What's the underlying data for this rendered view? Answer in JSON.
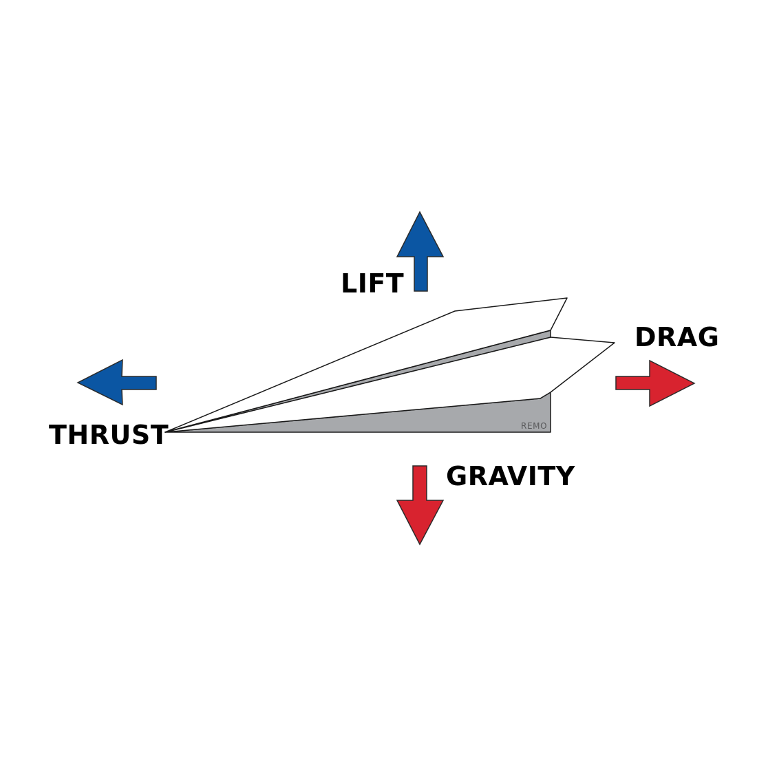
{
  "colors": {
    "background": "#ffffff",
    "thrust_lift_arrow": "#0b56a3",
    "drag_gravity_arrow": "#d8232f",
    "arrow_outline": "#2b2b2b",
    "plane_fill": "#ffffff",
    "plane_shadow": "#a7a9ac",
    "plane_outline": "#1a1a1a",
    "label_text": "#000000",
    "mark_text": "#58595b"
  },
  "forces": {
    "lift": {
      "label": "LIFT",
      "direction": "up",
      "icon": "arrow-up-icon"
    },
    "thrust": {
      "label": "THRUST",
      "direction": "left",
      "icon": "arrow-left-icon"
    },
    "drag": {
      "label": "DRAG",
      "direction": "right",
      "icon": "arrow-right-icon"
    },
    "gravity": {
      "label": "GRAVITY",
      "direction": "down",
      "icon": "arrow-down-icon"
    }
  },
  "plane": {
    "icon": "paper-airplane-icon",
    "mark": "REMO"
  }
}
